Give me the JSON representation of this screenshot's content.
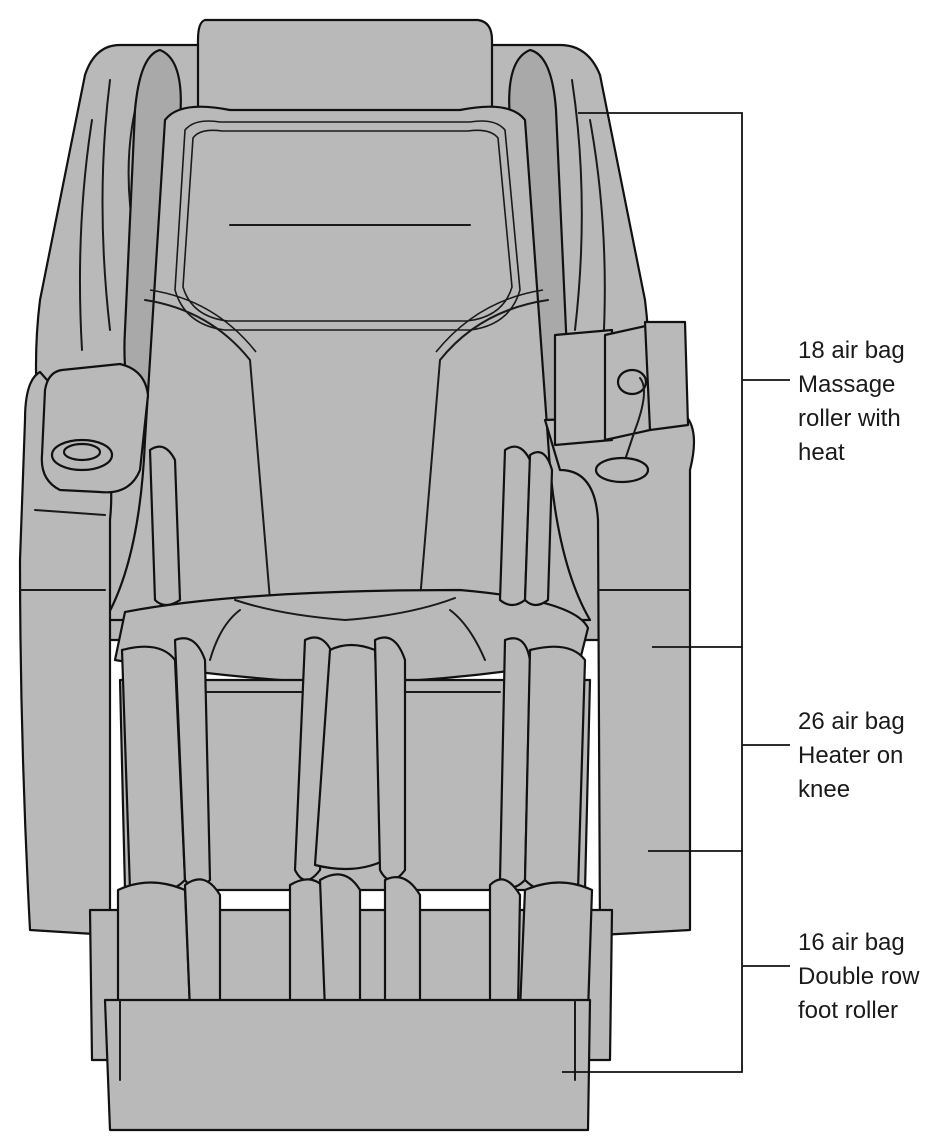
{
  "callouts": [
    {
      "lines": [
        "18 air bag",
        "Massage",
        "roller with",
        "heat"
      ]
    },
    {
      "lines": [
        "26 air bag",
        "Heater on",
        "knee"
      ]
    },
    {
      "lines": [
        "16 air bag",
        "Double row",
        "foot roller"
      ]
    }
  ]
}
